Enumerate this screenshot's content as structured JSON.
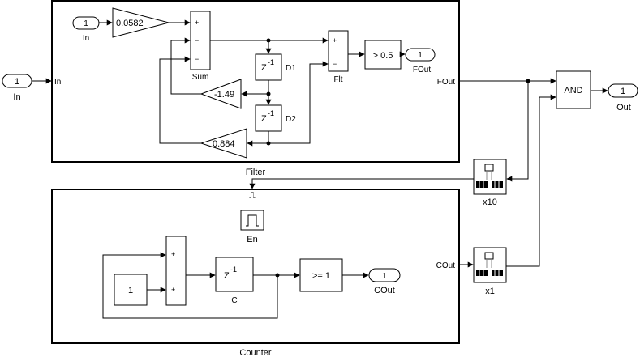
{
  "diagram": {
    "inport_in": {
      "number": "1",
      "label": "In"
    },
    "outport_out": {
      "number": "1",
      "label": "Out"
    },
    "filter": {
      "name": "Filter",
      "port_in_label": "In",
      "port_fout_label": "FOut",
      "inner_in": {
        "number": "1",
        "label": "In"
      },
      "gain_in": "0.0582",
      "sum_name": "Sum",
      "sum_signs": [
        "+",
        "−",
        "−"
      ],
      "delay1": {
        "text": "Z",
        "exp": "-1",
        "name": "D1"
      },
      "delay2": {
        "text": "Z",
        "exp": "-1",
        "name": "D2"
      },
      "gain_fb1": "-1.49",
      "gain_fb2": "0.884",
      "flt_name": "Flt",
      "flt_signs": [
        "+",
        "−"
      ],
      "compare": "> 0.5",
      "inner_out": {
        "number": "1",
        "label": "FOut"
      }
    },
    "counter": {
      "name": "Counter",
      "port_cout_label": "COut",
      "enable_symbol": "⎍",
      "enable_label": "En",
      "sum_signs": [
        "+",
        "+"
      ],
      "const_value": "1",
      "delay": {
        "text": "Z",
        "exp": "-1",
        "name": "C"
      },
      "compare": ">= 1",
      "inner_out": {
        "number": "1",
        "label": "COut"
      }
    },
    "and_label": "AND",
    "rate_transition_fast": {
      "label": "x10"
    },
    "rate_transition_slow": {
      "label": "x1"
    }
  }
}
